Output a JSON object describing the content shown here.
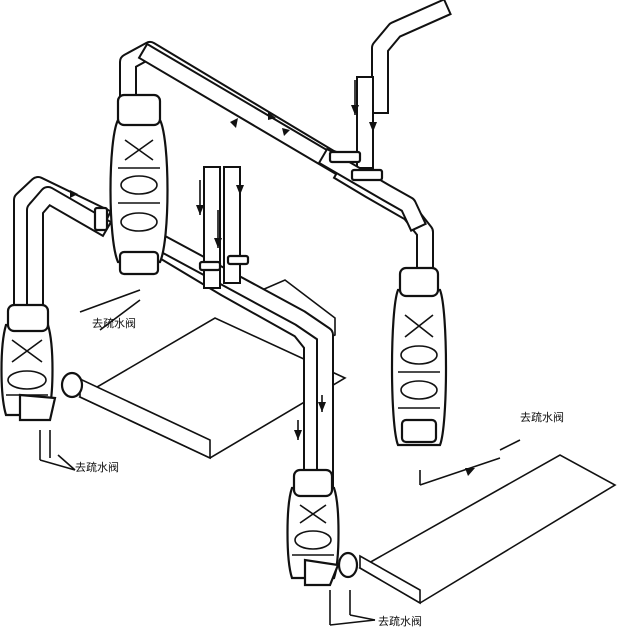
{
  "labels": {
    "drain_valve_1": "去疏水阀",
    "drain_valve_2": "去疏水阀",
    "drain_valve_3": "去疏水阀",
    "drain_valve_4": "去疏水阀"
  },
  "colors": {
    "line": "#111111",
    "background": "#ffffff"
  }
}
